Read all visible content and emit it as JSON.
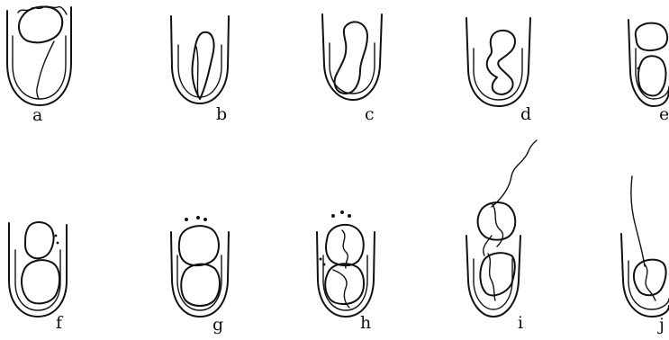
{
  "figure": {
    "panels": [
      {
        "id": "a",
        "label": "a"
      },
      {
        "id": "b",
        "label": "b"
      },
      {
        "id": "c",
        "label": "c"
      },
      {
        "id": "d",
        "label": "d"
      },
      {
        "id": "e",
        "label": "e"
      },
      {
        "id": "f",
        "label": "f"
      },
      {
        "id": "g",
        "label": "g"
      },
      {
        "id": "h",
        "label": "h"
      },
      {
        "id": "i",
        "label": "i"
      },
      {
        "id": "j",
        "label": "j"
      }
    ]
  }
}
